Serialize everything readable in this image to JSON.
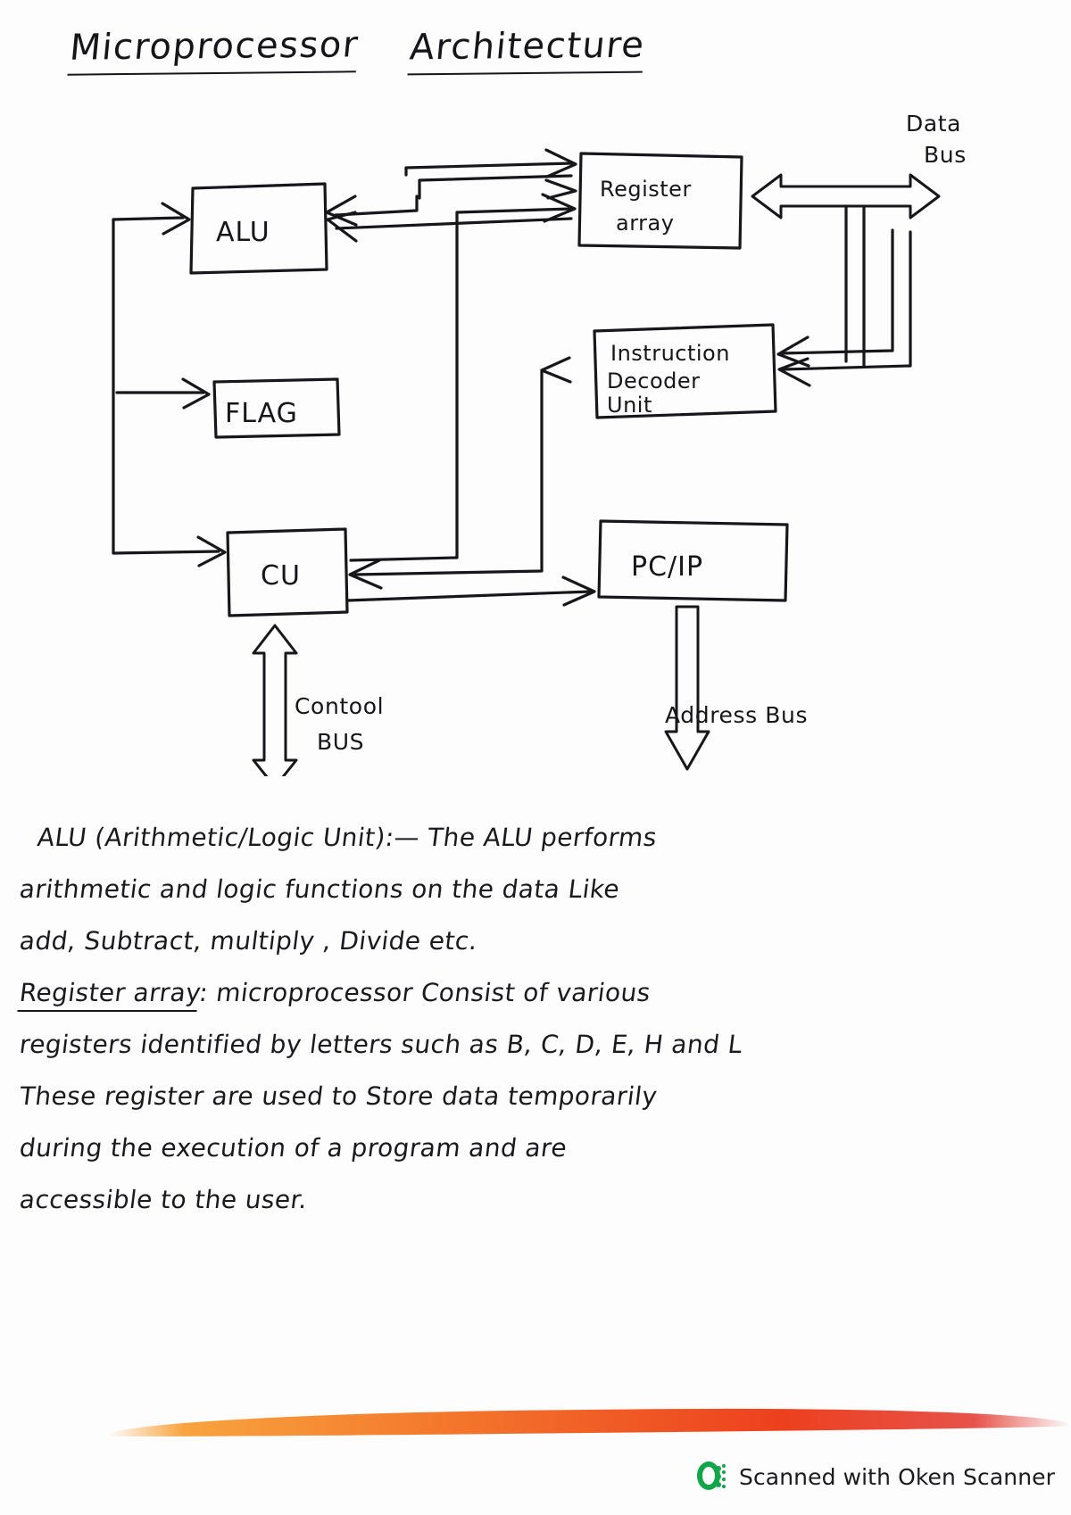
{
  "page": {
    "title_words": [
      "Microprocessor",
      "Architecture"
    ]
  },
  "diagram": {
    "boxes": [
      {
        "id": "alu",
        "label": "ALU"
      },
      {
        "id": "flag",
        "label": "FLAG"
      },
      {
        "id": "cu",
        "label": "CU"
      },
      {
        "id": "register_array",
        "label_line1": "Register",
        "label_line2": "array"
      },
      {
        "id": "instruction_decoder",
        "label_line1": "Instruction",
        "label_line2": "Decoder",
        "label_line3": "Unit"
      },
      {
        "id": "pc_ip",
        "label": "PC/IP"
      }
    ],
    "bus_labels": {
      "data_bus_line1": "Data",
      "data_bus_line2": "Bus",
      "control_bus_line1": "Contool",
      "control_bus_line2": "BUS",
      "address_bus": "Address Bus"
    }
  },
  "notes": {
    "alu_paragraph": [
      "ALU (Arithmetic/Logic Unit):— The ALU performs",
      "arithmetic and logic functions on the data Like",
      "add, Subtract, multiply , Divide etc."
    ],
    "register_heading": "Register array",
    "register_paragraph": [
      ": microprocessor Consist of various",
      "registers identified by letters such as B, C, D, E, H and L",
      "These register are used to Store data temporarily",
      "during the execution of a program and are",
      "accessible to the user."
    ]
  },
  "footer": {
    "scan_text": "Scanned with Oken Scanner",
    "logo_name": "oken-scanner-logo",
    "accent_green": "#12a54a",
    "accent_orange": "#ed401e"
  }
}
